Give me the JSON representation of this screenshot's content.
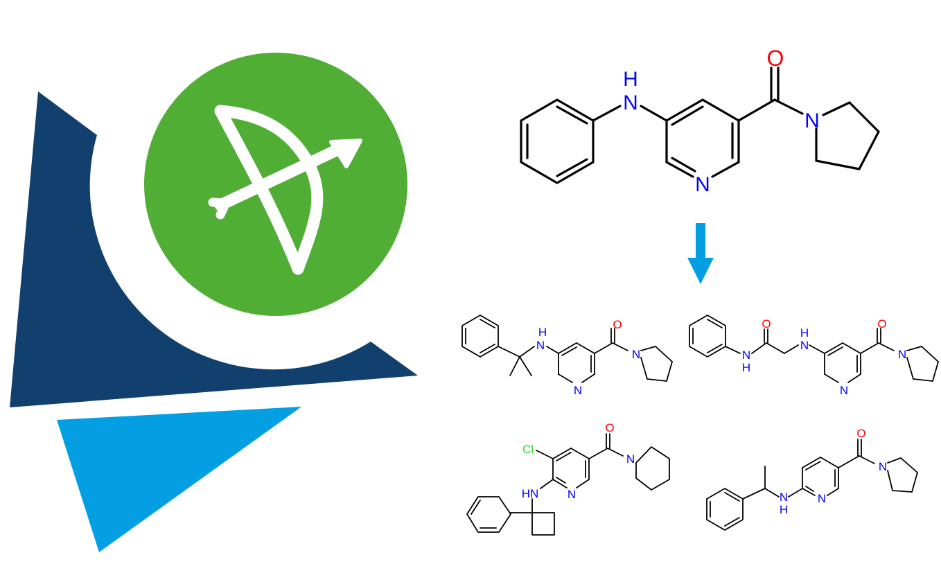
{
  "colors": {
    "navy": "#12406E",
    "light_blue": "#049FE2",
    "green": "#50AE35",
    "white": "#FFFFFF",
    "heteroatom_n": "#0000FF",
    "heteroatom_o": "#FF0000",
    "heteroatom_cl": "#21E421",
    "bond": "#000000",
    "arrow": "#049FE2"
  },
  "logo": {
    "icon": "bow-and-arrow-icon"
  },
  "flow_arrow": {
    "icon": "arrow-down-icon"
  },
  "molecules": {
    "query": {
      "labels": {
        "n_top": "N",
        "h_top": "H",
        "o": "O",
        "n_amide": "N",
        "n_ring": "N"
      }
    },
    "result_1": {
      "labels": {
        "h": "H",
        "n_nh": "N",
        "o": "O",
        "n_amide": "N",
        "n_ring": "N"
      }
    },
    "result_2": {
      "labels": {
        "o1": "O",
        "n_anilide": "N",
        "h_anilide": "H",
        "h_amine": "H",
        "n_amine": "N",
        "o2": "O",
        "n_amide": "N",
        "n_ring": "N"
      }
    },
    "result_3": {
      "labels": {
        "cl": "Cl",
        "o": "O",
        "n_amide": "N",
        "hn": "HN",
        "n_ring": "N"
      }
    },
    "result_4": {
      "labels": {
        "o": "O",
        "n_amide": "N",
        "n_amine": "N",
        "h_amine": "H",
        "n_ring": "N"
      }
    }
  }
}
